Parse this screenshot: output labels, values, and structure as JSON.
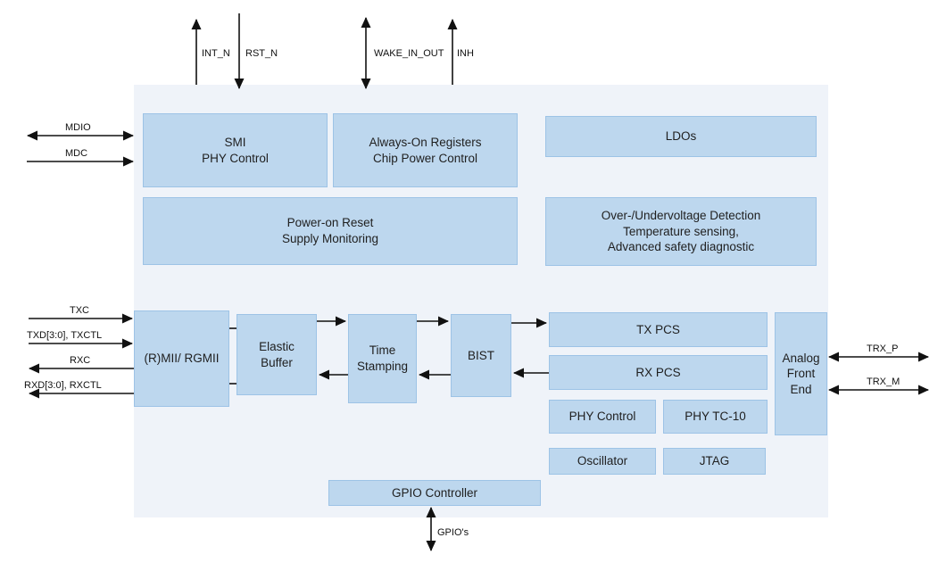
{
  "diagram": {
    "blocks": {
      "smi": "SMI\nPHY Control",
      "aor": "Always-On Registers\nChip Power Control",
      "ldos": "LDOs",
      "por": "Power-on Reset\nSupply Monitoring",
      "safety": "Over-/Undervoltage Detection\nTemperature sensing,\nAdvanced safety diagnostic",
      "rmii": "(R)MII/ RGMII",
      "elastic": "Elastic\nBuffer",
      "timestamp": "Time\nStamping",
      "bist": "BIST",
      "tx_pcs": "TX PCS",
      "rx_pcs": "RX PCS",
      "phy_control": "PHY Control",
      "phy_tc10": "PHY TC-10",
      "oscillator": "Oscillator",
      "jtag": "JTAG",
      "afe": "Analog\nFront\nEnd",
      "gpio_ctrl": "GPIO Controller"
    },
    "signals": {
      "int_n": "INT_N",
      "rst_n": "RST_N",
      "wake_in_out": "WAKE_IN_OUT",
      "inh": "INH",
      "mdio": "MDIO",
      "mdc": "MDC",
      "txc": "TXC",
      "txd": "TXD[3:0], TXCTL",
      "rxc": "RXC",
      "rxd": "RXD[3:0], RXCTL",
      "trx_p": "TRX_P",
      "trx_m": "TRX_M",
      "gpio": "GPIO's"
    },
    "colors": {
      "block_fill": "#bdd7ee",
      "block_border": "#9dc3e6",
      "panel_fill": "#eff3f9",
      "arrow": "#111111"
    }
  }
}
